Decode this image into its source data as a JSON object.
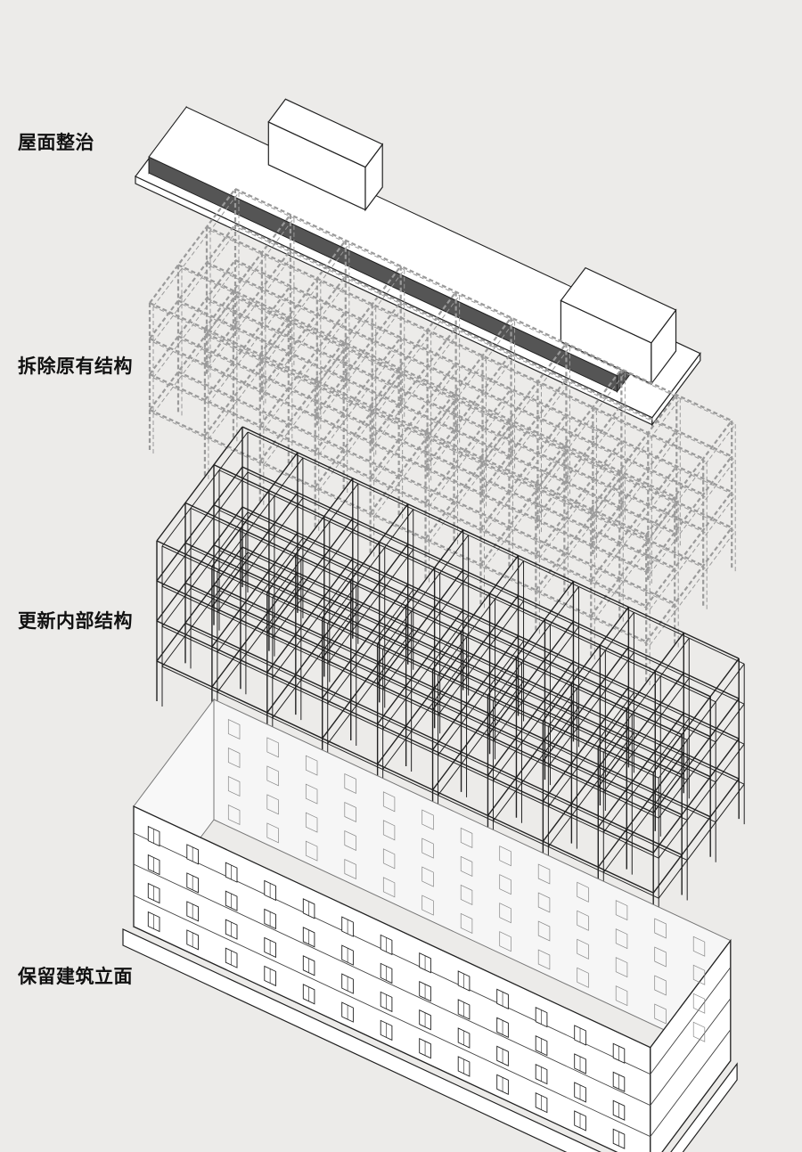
{
  "diagram": {
    "layers": [
      {
        "id": "roof",
        "label": "屋面整治"
      },
      {
        "id": "remove",
        "label": "拆除原有结构"
      },
      {
        "id": "new",
        "label": "更新内部结构"
      },
      {
        "id": "facade",
        "label": "保留建筑立面"
      }
    ]
  },
  "colors": {
    "background": "#ecebe9",
    "line": "#222222",
    "dashed_line": "#9a9a9a",
    "fill": "#ffffff",
    "parapet": "#555555"
  }
}
